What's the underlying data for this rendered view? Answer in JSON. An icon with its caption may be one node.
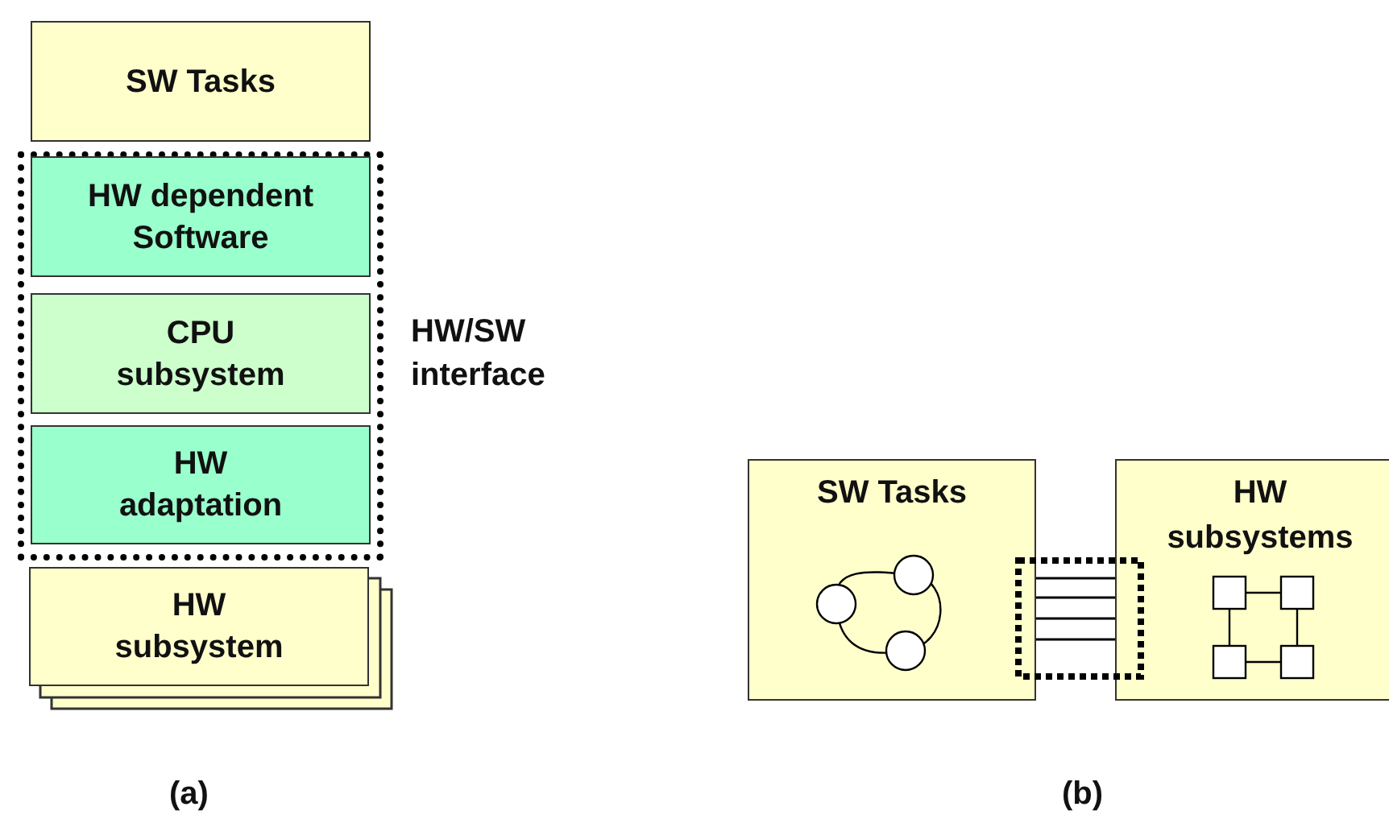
{
  "diagram": {
    "nodes": [
      {
        "text": [
          "SW Tasks"
        ]
      },
      {
        "text": [],
        "shape": "box",
        "beside": [
          "HW/SW interface"
        ]
      },
      {
        "text": [
          "HW dependent Software"
        ],
        "in": 1
      },
      {
        "text": [
          "CPU subsystem"
        ],
        "in": 1
      },
      {
        "text": [
          "HW adaptation"
        ],
        "in": 1
      },
      {
        "text": [
          "HW subsystem"
        ]
      },
      {
        "text": [
          "SW Tasks"
        ]
      },
      {
        "text": [
          "HW subsystems"
        ]
      }
    ],
    "edges": [
      {
        "from": 6,
        "to": 7,
        "arrow": "none"
      },
      {
        "from": 6,
        "to": 7,
        "arrow": "none"
      },
      {
        "from": 6,
        "to": 7,
        "arrow": "none"
      },
      {
        "from": 6,
        "to": 7,
        "arrow": "none"
      }
    ],
    "labels": [
      "(a)",
      "(b)"
    ]
  }
}
